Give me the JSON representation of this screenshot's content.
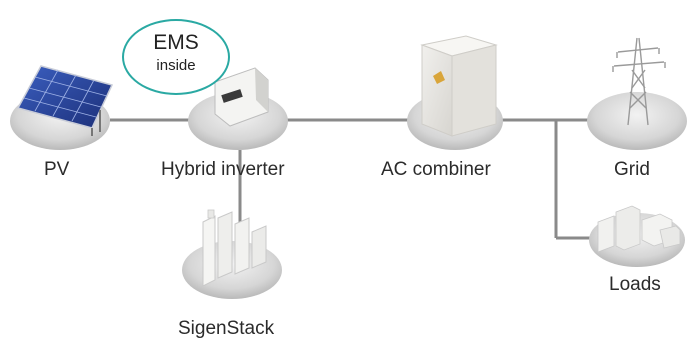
{
  "nodes": {
    "pv": "PV",
    "hybrid_inverter": "Hybrid inverter",
    "ac_combiner": "AC combiner",
    "grid": "Grid",
    "loads": "Loads",
    "sigenstack": "SigenStack"
  },
  "badge": {
    "line1": "EMS",
    "line2": "inside"
  },
  "colors": {
    "badge_border": "#2aa9a3",
    "connector": "#8a8a8a",
    "platform": "#cfcfcf",
    "logo": "#d9a53a"
  }
}
